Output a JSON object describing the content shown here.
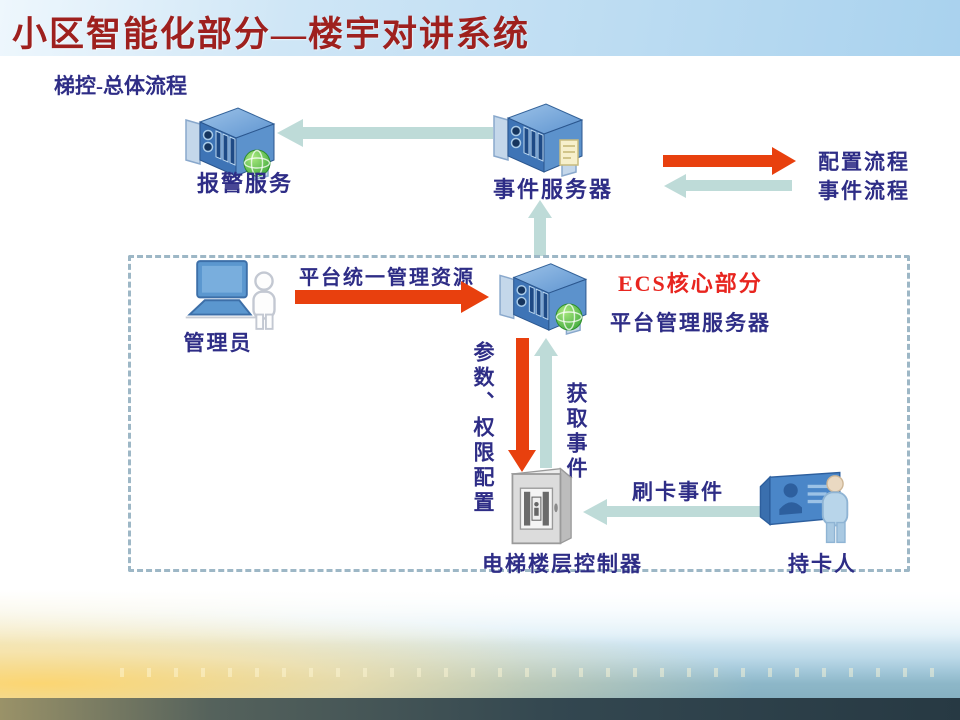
{
  "title": "小区智能化部分—楼宇对讲系统",
  "subtitle": "梯控-总体流程",
  "legend": {
    "config_flow_label": "配置流程",
    "event_flow_label": "事件流程"
  },
  "nodes": {
    "alarm_server_label": "报警服务",
    "event_server_label": "事件服务器",
    "admin_label": "管理员",
    "platform_server_label": "平台管理服务器",
    "ecs_core_label": "ECS核心部分",
    "elevator_controller_label": "电梯楼层控制器",
    "cardholder_label": "持卡人"
  },
  "edges": {
    "unified_resource_label": "平台统一管理资源",
    "param_permission_label": "参数、权限配置",
    "get_event_label": "获取事件",
    "swipe_event_label": "刷卡事件"
  },
  "icons": {
    "alarm_server": "server-globe-icon",
    "event_server": "server-card-icon",
    "platform_server": "server-globe-icon",
    "admin": "laptop-person-icon",
    "elevator_controller": "control-box-icon",
    "cardholder": "id-card-person-icon"
  },
  "colors": {
    "config_arrow": "#e8400e",
    "event_arrow": "#bedbd8",
    "title_red": "#9e201e",
    "label_blue": "#2e2d86",
    "ecs_red": "#e8251f",
    "dashed_border": "#9db7c6"
  }
}
